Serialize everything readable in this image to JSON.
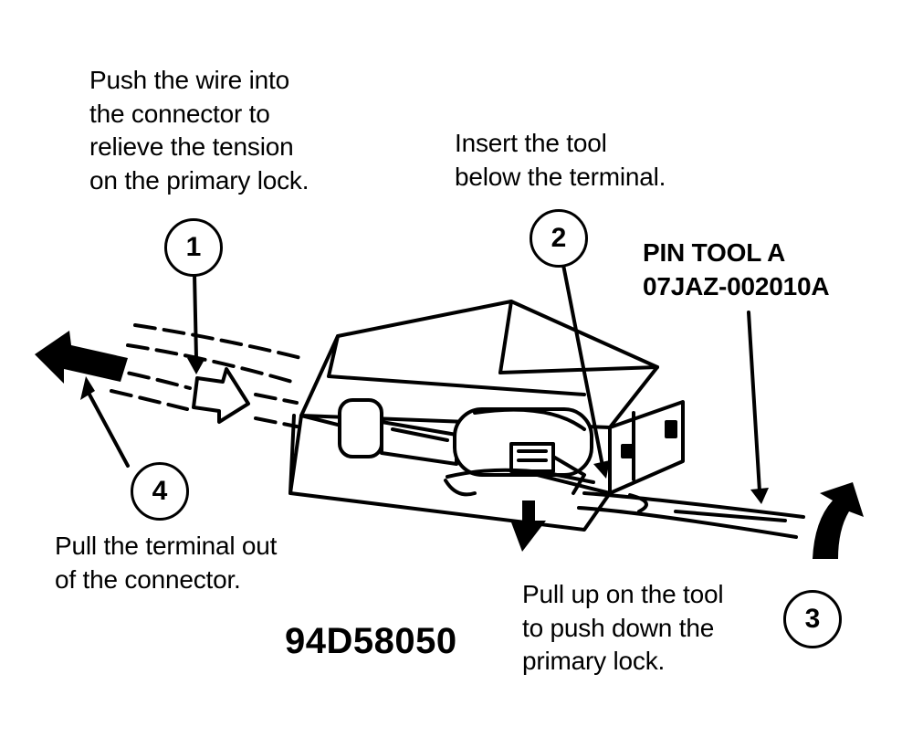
{
  "steps": [
    {
      "number": "1",
      "lines": [
        "Push the wire into",
        "the connector to",
        "relieve the tension",
        "on the primary lock."
      ]
    },
    {
      "number": "2",
      "lines": [
        "Insert the tool",
        "below the terminal."
      ]
    },
    {
      "number": "3",
      "lines": [
        "Pull up on the tool",
        "to push down the",
        "primary lock."
      ]
    },
    {
      "number": "4",
      "lines": [
        "Pull the terminal out",
        "of the connector."
      ]
    }
  ],
  "tool_label": {
    "line1": "PIN TOOL A",
    "line2": "07JAZ-002010A"
  },
  "figure_code": "94D58050",
  "colors": {
    "ink": "#000000",
    "paper": "#ffffff"
  }
}
